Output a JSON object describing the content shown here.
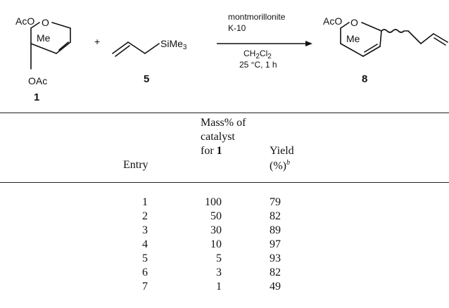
{
  "scheme": {
    "reactant1": {
      "substituent_top": "AcO",
      "ring_o": "O",
      "methyl": "Me",
      "substituent_bottom": "OAc",
      "label": "1"
    },
    "plus": "+",
    "reactant2": {
      "substituent": "SiMe",
      "sub_index": "3",
      "label": "5"
    },
    "conditions": {
      "line1": "montmorillonite",
      "line2": "K-10",
      "solvent": "CH",
      "solvent_sub1": "2",
      "solvent_mid": "Cl",
      "solvent_sub2": "2",
      "temp_time": "25 °C, 1 h"
    },
    "product": {
      "substituent_top": "AcO",
      "ring_o": "O",
      "methyl": "Me",
      "label": "8"
    }
  },
  "table": {
    "headers": {
      "entry": "Entry",
      "mass_line1": "Mass% of",
      "mass_line2": "catalyst",
      "mass_line3": "for",
      "mass_bold": "1",
      "yield_line1": "Yield",
      "yield_line2": "(%)",
      "yield_footnote": "b"
    },
    "rows": [
      {
        "entry": "1",
        "mass": "100",
        "yield": "79"
      },
      {
        "entry": "2",
        "mass": "50",
        "yield": "82"
      },
      {
        "entry": "3",
        "mass": "30",
        "yield": "89"
      },
      {
        "entry": "4",
        "mass": "10",
        "yield": "97"
      },
      {
        "entry": "5",
        "mass": "5",
        "yield": "93"
      },
      {
        "entry": "6",
        "mass": "3",
        "yield": "82"
      },
      {
        "entry": "7",
        "mass": "1",
        "yield": "49"
      }
    ]
  }
}
